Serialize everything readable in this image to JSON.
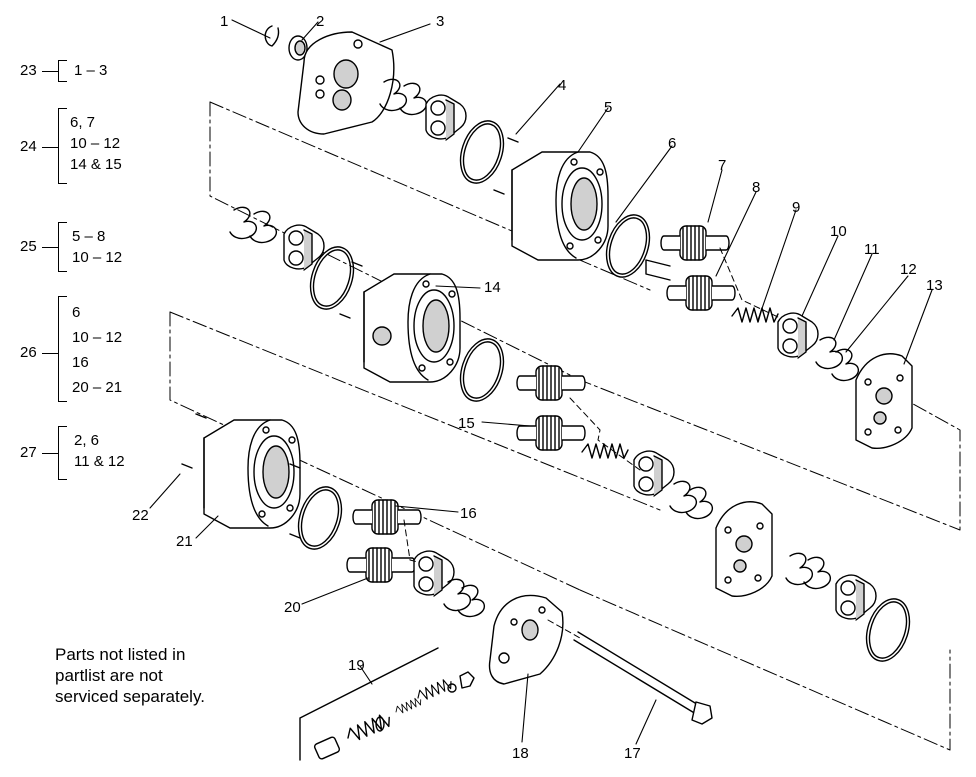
{
  "kits": [
    {
      "number": "23",
      "items": [
        "1 – 3"
      ]
    },
    {
      "number": "24",
      "items": [
        "6, 7",
        "10 – 12",
        "14 & 15"
      ]
    },
    {
      "number": "25",
      "items": [
        "5 – 8",
        "10 – 12"
      ]
    },
    {
      "number": "26",
      "items": [
        "6",
        "10 – 12",
        "16",
        "20 – 21"
      ]
    },
    {
      "number": "27",
      "items": [
        "2, 6",
        "11 & 12"
      ]
    }
  ],
  "callouts": [
    "1",
    "2",
    "3",
    "4",
    "5",
    "6",
    "7",
    "8",
    "9",
    "10",
    "11",
    "12",
    "13",
    "14",
    "15",
    "16",
    "17",
    "18",
    "19",
    "20",
    "21",
    "22"
  ],
  "note": [
    "Parts not listed in",
    "partlist are not",
    "serviced separately."
  ],
  "colors": {
    "line": "#000000",
    "background": "#ffffff",
    "part_fill": "#ffffff",
    "shade": "#d0d0d0"
  }
}
